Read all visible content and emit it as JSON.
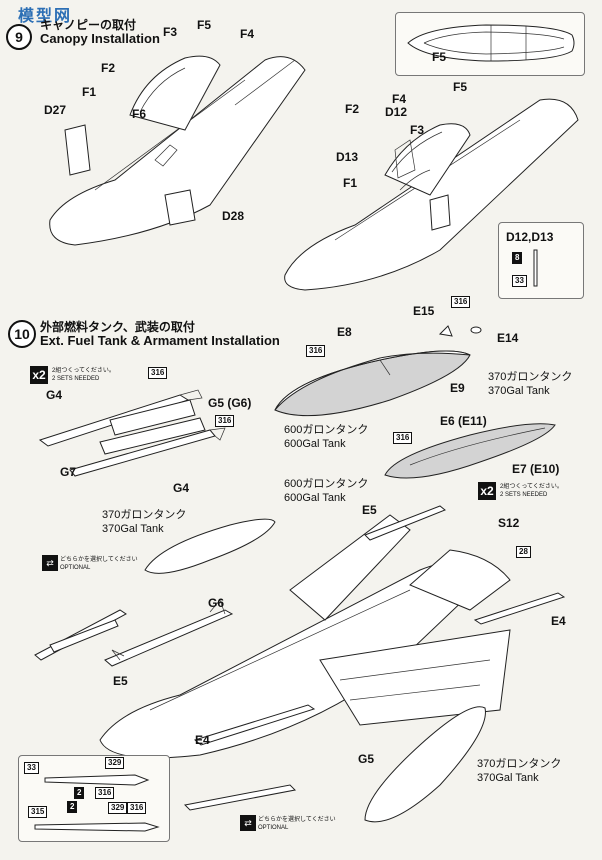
{
  "watermark": "模型网",
  "step9": {
    "number": "9",
    "title_jp": "キャノピーの取付",
    "title_en": "Canopy Installation",
    "callouts": [
      "F3",
      "F5",
      "F4",
      "F2",
      "F1",
      "F6",
      "D27",
      "D28"
    ],
    "right_callouts": [
      "F5",
      "F4",
      "D12",
      "F2",
      "F3",
      "D13",
      "F1"
    ],
    "inset_label": "F5",
    "detail": {
      "title": "D12,D13",
      "code1": "8",
      "code2": "33"
    }
  },
  "step10": {
    "number": "10",
    "title_jp": "外部燃料タンク、武装の取付",
    "title_en": "Ext. Fuel Tank & Armament Installation",
    "sets_left": {
      "count": "x2",
      "jp": "2組つくってください。",
      "en": "2 SETS NEEDED"
    },
    "sets_right": {
      "count": "x2",
      "jp": "2組つくってください。",
      "en": "2 SETS NEEDED"
    },
    "optional_top": {
      "jp": "どちらかを選択してください",
      "en": "OPTIONAL"
    },
    "optional_bottom": {
      "jp": "どちらかを選択してください",
      "en": "OPTIONAL"
    },
    "codes": {
      "c316": "316",
      "c28": "28",
      "c2": "2",
      "c33": "33",
      "c329": "329",
      "c315": "315"
    },
    "callouts": [
      "G4",
      "G5 (G6)",
      "G7",
      "G4",
      "E15",
      "E8",
      "E14",
      "E9",
      "E6 (E11)",
      "E7 (E10)",
      "E5",
      "S12",
      "G6",
      "E5",
      "E4",
      "E4",
      "G5"
    ],
    "tanks": {
      "t600a_jp": "600ガロンタンク",
      "t600a_en": "600Gal Tank",
      "t370a_jp": "370ガロンタンク",
      "t370a_en": "370Gal Tank",
      "t600b_jp": "600ガロンタンク",
      "t600b_en": "600Gal Tank",
      "t370b_jp": "370ガロンタンク",
      "t370b_en": "370Gal Tank",
      "t370c_jp": "370ガロンタンク",
      "t370c_en": "370Gal Tank"
    }
  }
}
